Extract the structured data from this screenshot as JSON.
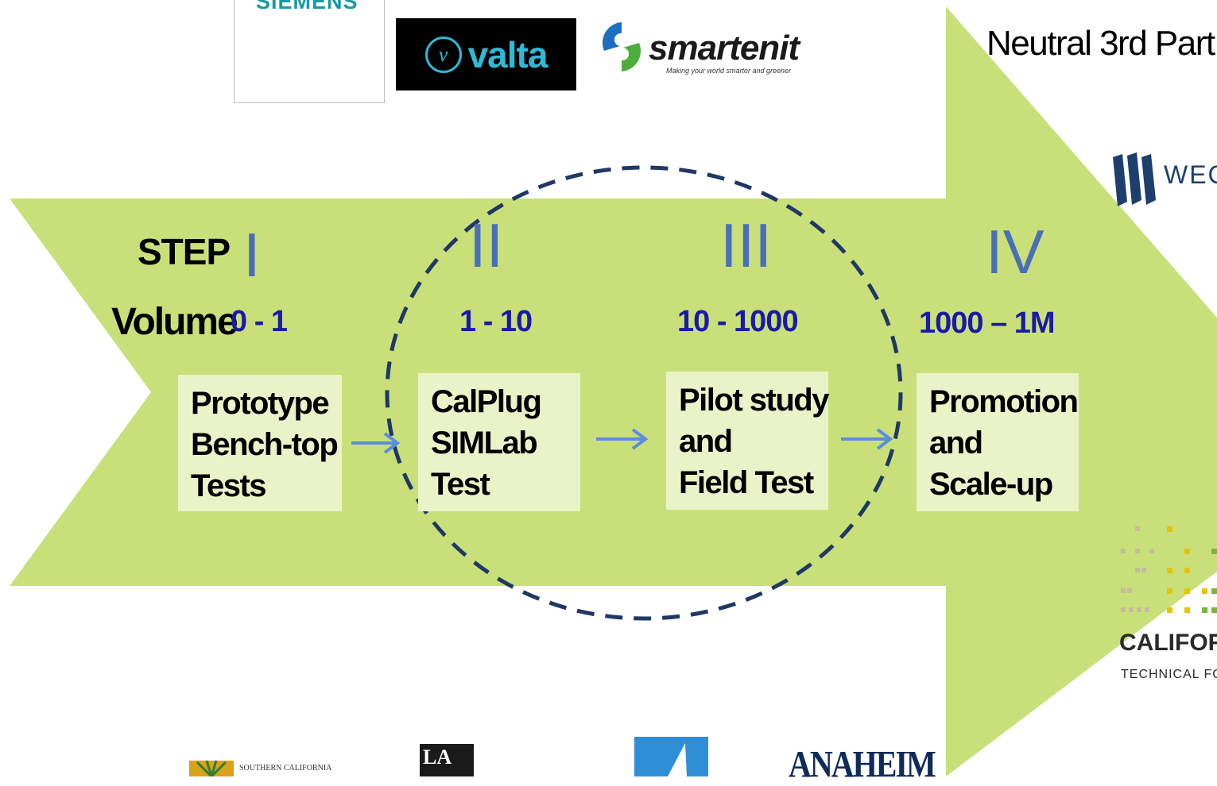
{
  "logos": {
    "siemens": "SIEMENS",
    "valta": "valta",
    "valta_mark": "v",
    "smartenit": "smartenit",
    "smartenit_tagline": "Making your world smarter and greener",
    "weco": "WEC",
    "california": "CALIFORNI",
    "california_sub": "TECHNICAL FOR",
    "sce": "SOUTHERN CALIFORNIA",
    "ladwp": "LA",
    "anaheim": "ANAHEIM"
  },
  "header": {
    "neutral_party": "Neutral 3rd Part"
  },
  "labels": {
    "step": "STEP",
    "volume": "Volume"
  },
  "steps": [
    {
      "numeral": "I",
      "volume": "0 - 1",
      "lines": [
        "Prototype",
        "Bench-top",
        "Tests"
      ]
    },
    {
      "numeral": "II",
      "volume": "1 - 10",
      "lines": [
        "CalPlug",
        "SIMLab",
        "Test"
      ]
    },
    {
      "numeral": "III",
      "volume": "10 - 1000",
      "lines": [
        "Pilot study",
        "and",
        "Field Test"
      ]
    },
    {
      "numeral": "IV",
      "volume": "1000 – 1M",
      "lines": [
        "Promotion",
        "and",
        "Scale-up"
      ]
    }
  ],
  "colors": {
    "arrow_fill": "#c9e07a",
    "box_fill": "#eaf2c8",
    "numeral": "#4a6fb8",
    "volume_text": "#1a1aa8",
    "flow_arrow": "#5b8de0",
    "dashed_circle": "#1f3864"
  }
}
